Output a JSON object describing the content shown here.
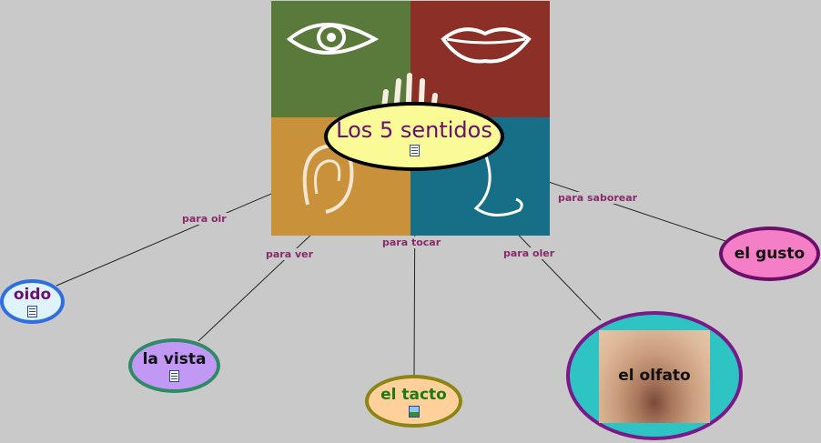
{
  "map": {
    "root": "Los 5 sentidos",
    "nodes": {
      "oido": "oido",
      "vista": "la vista",
      "tacto": "el tacto",
      "olfato": "el olfato",
      "gusto": "el gusto"
    },
    "links": {
      "oir": "para oir",
      "ver": "para ver",
      "tocar": "para tocar",
      "oler": "para oler",
      "saborear": "para  saborear"
    }
  },
  "colors": {
    "background": "#c9c9c9",
    "root_fill": "#fafa96",
    "label_text": "#8a2a6a",
    "quad_green": "#5a7a3c",
    "quad_red": "#8c2f26",
    "quad_ochre": "#c9923a",
    "quad_teal": "#166f86"
  }
}
